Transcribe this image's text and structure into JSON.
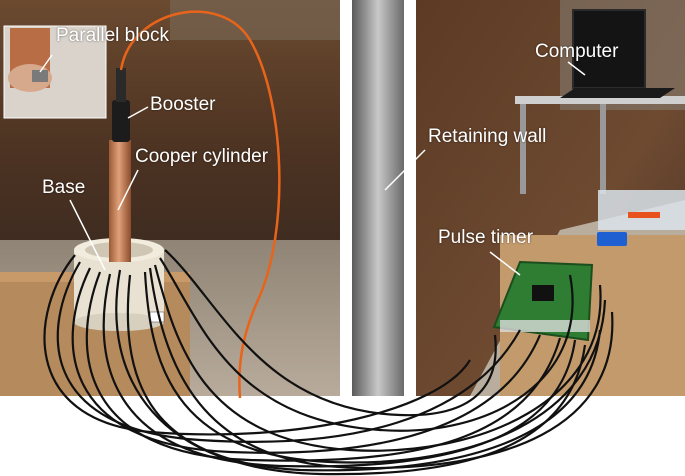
{
  "labels": {
    "parallel_block": "Parallel block",
    "booster": "Booster",
    "cooper_cylinder": "Cooper cylinder",
    "base": "Base",
    "retaining_wall": "Retaining wall",
    "computer": "Computer",
    "pulse_timer": "Pulse timer"
  },
  "colors": {
    "rust_wall": "#5a3b26",
    "ground": "#a6998a",
    "copper": "#c2784a",
    "orange_cable": "#e8641b",
    "pcb_green": "#2e7d32",
    "cable_black": "#111111"
  }
}
